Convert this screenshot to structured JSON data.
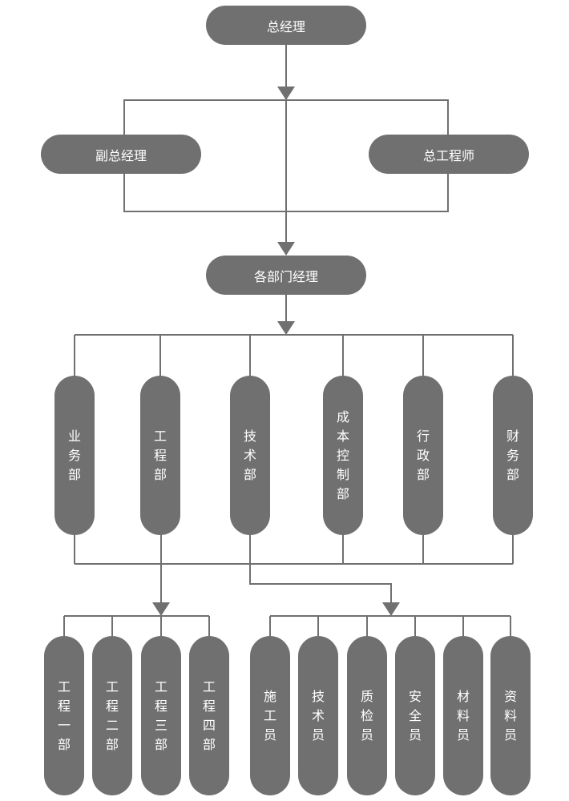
{
  "nodes": {
    "gm": "总经理",
    "deputy_gm": "副总经理",
    "chief_engineer": "总工程师",
    "dept_managers": "各部门经理",
    "departments": [
      "业务部",
      "工程部",
      "技术部",
      "成本控制部",
      "行政部",
      "财务部"
    ],
    "engineering_subs": [
      "工程一部",
      "工程二部",
      "工程三部",
      "工程四部"
    ],
    "technical_subs": [
      "施工员",
      "技术员",
      "质检员",
      "安全员",
      "材料员",
      "资料员"
    ]
  },
  "colors": {
    "node_fill": "#707070",
    "line": "#707070",
    "text": "#ffffff"
  }
}
